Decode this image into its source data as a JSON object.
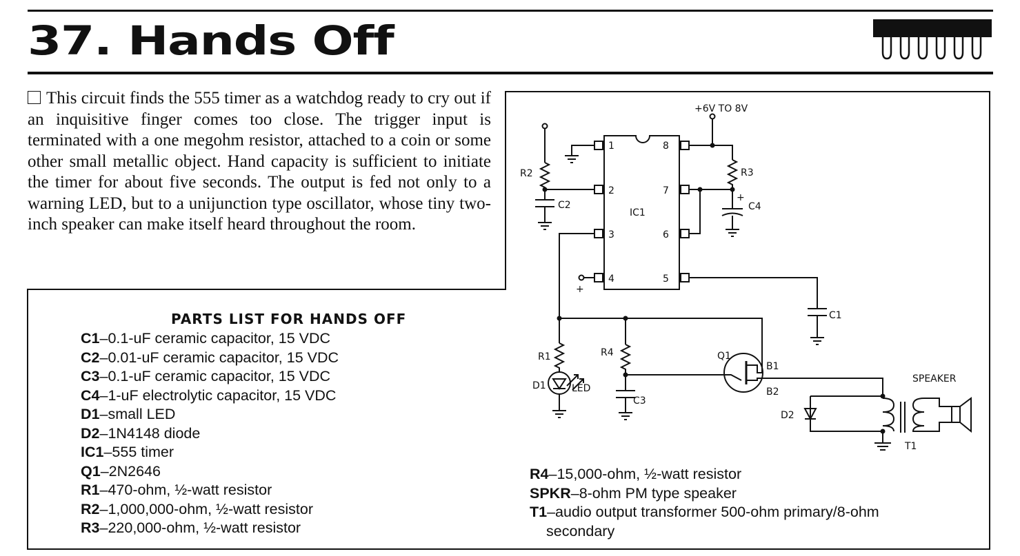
{
  "article": {
    "title": "37. Hands Off",
    "intro": "This circuit finds the 555 timer as a watchdog ready to cry out if an inquisitive finger comes too close. The trigger input is terminated with a one megohm resistor, attached to a coin or some other small metallic object. Hand capacity is sufficient to initiate the timer for about five seconds. The output is fed not only to a warning LED, but to a unijunction type oscillator, whose tiny two-inch speaker can make itself heard throughout the room."
  },
  "parts_list": {
    "title": "PARTS LIST FOR HANDS OFF",
    "items": [
      {
        "ref": "C1",
        "desc": "–0.1-uF ceramic capacitor, 15 VDC"
      },
      {
        "ref": "C2",
        "desc": "–0.01-uF ceramic capacitor, 15 VDC"
      },
      {
        "ref": "C3",
        "desc": "–0.1-uF ceramic capacitor, 15 VDC"
      },
      {
        "ref": "C4",
        "desc": "–1-uF electrolytic capacitor, 15 VDC"
      },
      {
        "ref": "D1",
        "desc": "–small LED"
      },
      {
        "ref": "D2",
        "desc": "–1N4148 diode"
      },
      {
        "ref": "IC1",
        "desc": "–555 timer"
      },
      {
        "ref": "Q1",
        "desc": "–2N2646"
      },
      {
        "ref": "R1",
        "desc": "–470-ohm, ½-watt resistor"
      },
      {
        "ref": "R2",
        "desc": "–1,000,000-ohm, ½-watt resistor"
      },
      {
        "ref": "R3",
        "desc": "–220,000-ohm, ½-watt resistor"
      }
    ],
    "items_right": [
      {
        "ref": "R4",
        "desc": "–15,000-ohm, ½-watt resistor"
      },
      {
        "ref": "SPKR",
        "desc": "–8-ohm PM type speaker"
      },
      {
        "ref": "T1",
        "desc": "–audio output transformer 500-ohm primary/8-ohm",
        "cont": "secondary"
      }
    ]
  },
  "schematic": {
    "supply": "+6V TO 8V",
    "ic_label": "IC1",
    "pins": [
      "1",
      "2",
      "3",
      "4",
      "5",
      "6",
      "7",
      "8"
    ],
    "reset_mark": "+",
    "c4_polarity": "+",
    "labels": {
      "r1": "R1",
      "r2": "R2",
      "r3": "R3",
      "r4": "R4",
      "c1": "C1",
      "c2": "C2",
      "c3": "C3",
      "c4": "C4",
      "d1": "D1",
      "d2": "D2",
      "led": "LED",
      "q1": "Q1",
      "b1": "B1",
      "b2": "B2",
      "speaker": "SPEAKER",
      "t1": "T1"
    }
  }
}
